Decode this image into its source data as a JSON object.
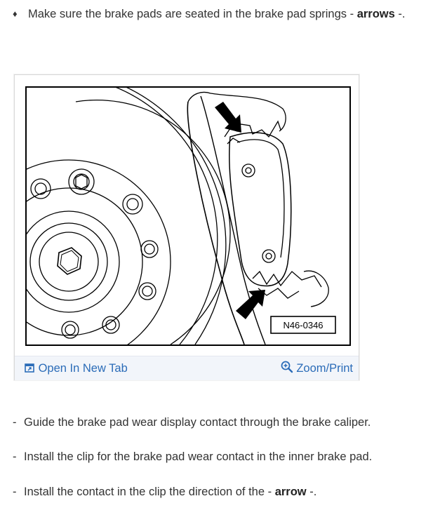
{
  "intro": {
    "bullet": "♦",
    "text": "Make sure the brake pads are seated in the brake pad springs - ",
    "bold": "arrows",
    "suffix": " -."
  },
  "figure": {
    "label": "N46-0346",
    "open_label": "Open In New Tab",
    "zoom_label": "Zoom/Print",
    "icons": [
      "open-in-new-tab-icon",
      "zoom-icon"
    ],
    "link_color": "#2b6cb8"
  },
  "steps": [
    {
      "dash": "-",
      "text": "Guide the brake pad wear display contact through the brake caliper.",
      "bold": "",
      "suffix": ""
    },
    {
      "dash": "-",
      "text": "Install the clip for the brake pad wear contact in the inner brake pad.",
      "bold": "",
      "suffix": ""
    },
    {
      "dash": "-",
      "text": "Install the contact in the clip the direction of the - ",
      "bold": "arrow",
      "suffix": " -."
    }
  ]
}
